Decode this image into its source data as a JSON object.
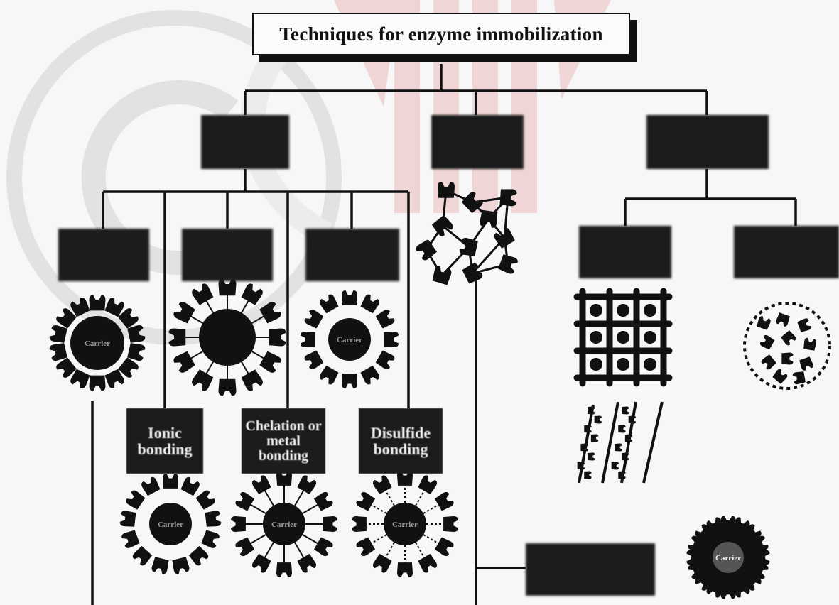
{
  "title": "Techniques for enzyme immobilization",
  "watermark": "©CO",
  "boxes": {
    "adsorption": "",
    "cross_linking": "",
    "entrapment": "",
    "physical": "",
    "covalent": "",
    "affinity": "",
    "ionic": "Ionic bonding",
    "chelation": "Chelation or metal bonding",
    "disulfide": "Disulfide bonding",
    "lattice": "",
    "microcapsule": "",
    "carrier_cross_linking": ""
  },
  "carrier_label": "Carrier",
  "colors": {
    "ink": "#111111",
    "box": "#1c1c1c",
    "watermark_red": "#e8c2c2",
    "watermark_gray": "#dcdcdc"
  }
}
